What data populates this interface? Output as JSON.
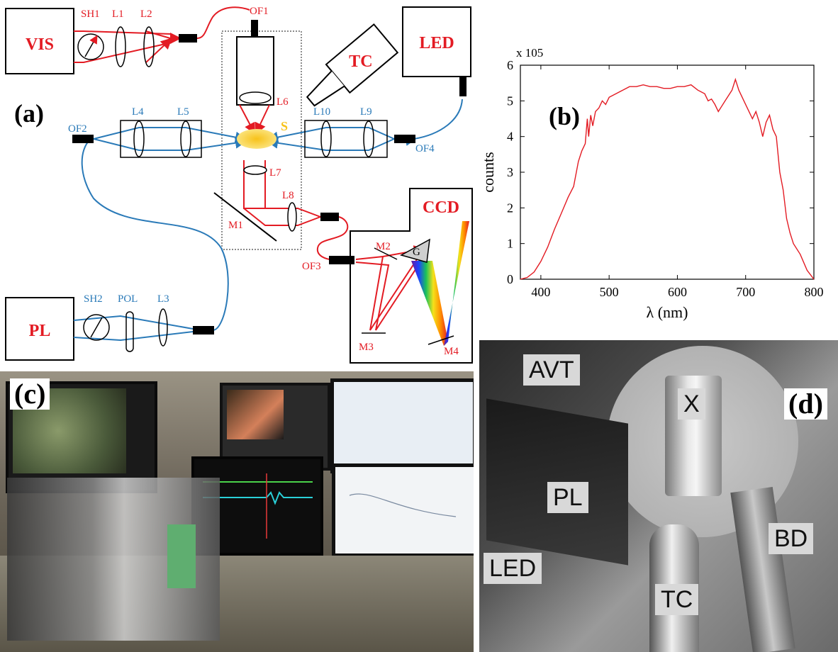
{
  "panel_a": {
    "label": "(a)",
    "boxes": {
      "vis": "VIS",
      "led": "LED",
      "tc": "TC",
      "pl": "PL",
      "ccd": "CCD"
    },
    "red_parts": [
      "SH1",
      "L1",
      "L2",
      "OF1",
      "L6",
      "L7",
      "L8",
      "M1",
      "OF3",
      "M2",
      "M3",
      "M4",
      "G"
    ],
    "blue_parts": [
      "L4",
      "L5",
      "OF2",
      "L10",
      "L9",
      "OF4",
      "SH2",
      "POL",
      "L3"
    ],
    "sample": "S",
    "colors": {
      "red_path": "#e31b23",
      "blue_path": "#2a7ab8",
      "sample": "#f7c21a"
    }
  },
  "panel_b": {
    "label": "(b)",
    "chart_data": {
      "type": "line",
      "xlabel": "λ (nm)",
      "ylabel": "counts",
      "ylabel_multiplier": "x 10^5",
      "xlim": [
        370,
        800
      ],
      "ylim": [
        0,
        6
      ],
      "xticks": [
        400,
        500,
        600,
        700,
        800
      ],
      "yticks": [
        0,
        1,
        2,
        3,
        4,
        5,
        6
      ],
      "color": "#e31b23",
      "series": [
        {
          "x": [
            370,
            380,
            390,
            400,
            410,
            420,
            430,
            440,
            448,
            450,
            455,
            460,
            465,
            468,
            470,
            473,
            476,
            480,
            485,
            490,
            495,
            500,
            510,
            520,
            530,
            540,
            550,
            560,
            570,
            580,
            590,
            600,
            610,
            620,
            630,
            640,
            645,
            650,
            655,
            660,
            670,
            680,
            685,
            690,
            700,
            710,
            715,
            720,
            725,
            730,
            735,
            740,
            745,
            750,
            755,
            760,
            765,
            770,
            780,
            790,
            800
          ],
          "y": [
            0.0,
            0.05,
            0.2,
            0.5,
            0.9,
            1.4,
            1.85,
            2.3,
            2.6,
            2.8,
            3.3,
            3.6,
            3.8,
            4.5,
            4.0,
            4.6,
            4.3,
            4.7,
            4.8,
            5.0,
            4.9,
            5.1,
            5.2,
            5.3,
            5.4,
            5.4,
            5.45,
            5.4,
            5.4,
            5.35,
            5.35,
            5.4,
            5.4,
            5.45,
            5.3,
            5.2,
            5.0,
            5.05,
            4.9,
            4.7,
            5.0,
            5.3,
            5.6,
            5.3,
            4.9,
            4.5,
            4.7,
            4.4,
            4.0,
            4.4,
            4.6,
            4.2,
            4.0,
            3.0,
            2.5,
            1.7,
            1.3,
            1.0,
            0.7,
            0.25,
            0.0
          ]
        }
      ]
    }
  },
  "panel_c": {
    "label": "(c)"
  },
  "panel_d": {
    "label": "(d)",
    "tags": {
      "avt": "AVT",
      "x": "X",
      "pl": "PL",
      "led": "LED",
      "bd": "BD",
      "tc": "TC"
    }
  }
}
